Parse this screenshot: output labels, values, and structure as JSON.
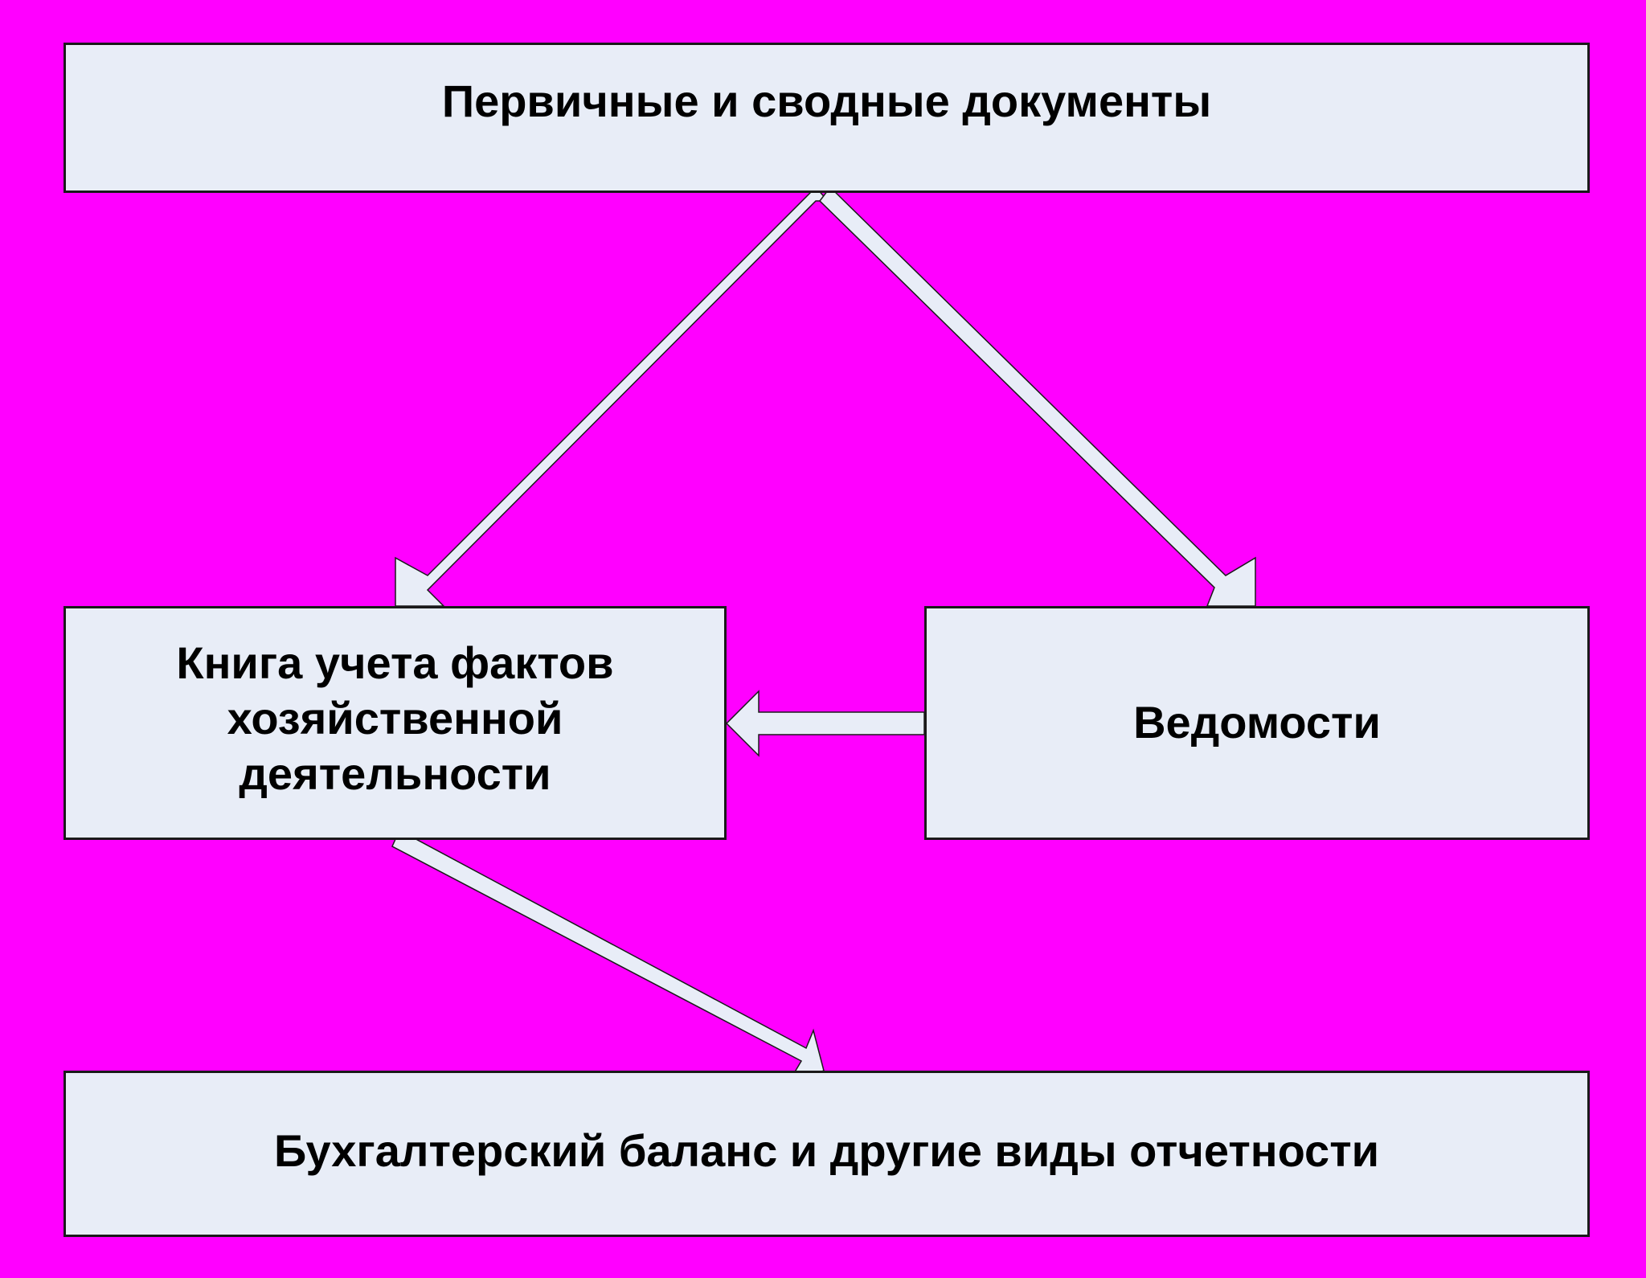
{
  "diagram": {
    "nodes": [
      {
        "id": "top",
        "label": "Первичные и сводные документы"
      },
      {
        "id": "left",
        "label": "Книга учета фактов\nхозяйственной\nдеятельности"
      },
      {
        "id": "right",
        "label": "Ведомости"
      },
      {
        "id": "bottom",
        "label": "Бухгалтерский баланс и другие виды отчетности"
      }
    ],
    "edges": [
      {
        "from": "top",
        "to": "left"
      },
      {
        "from": "top",
        "to": "right"
      },
      {
        "from": "right",
        "to": "left"
      },
      {
        "from": "left",
        "to": "bottom"
      }
    ]
  },
  "colors": {
    "background": "#ff00ff",
    "box_fill": "#e8edf7",
    "outline": "#1a1a1a",
    "text": "#000000"
  }
}
